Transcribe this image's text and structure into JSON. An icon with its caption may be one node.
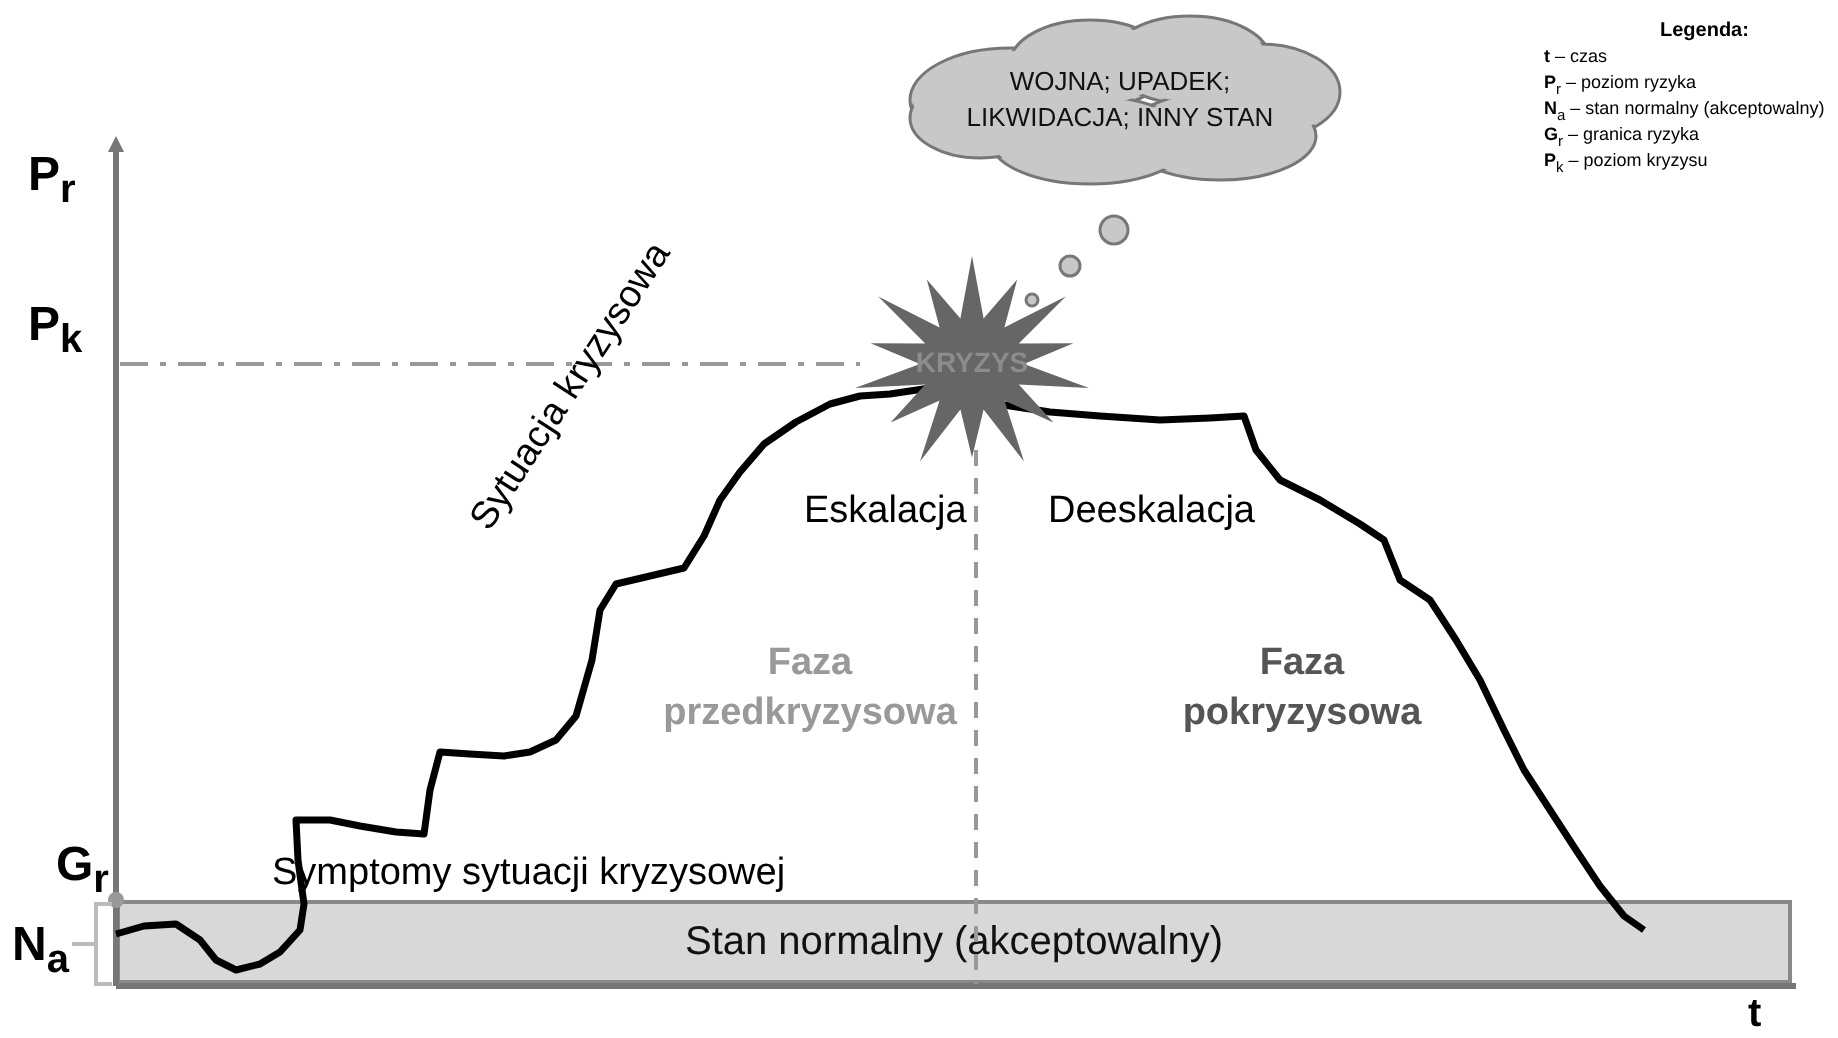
{
  "diagram": {
    "nodes": [
      {
        "text": [
          "WOJNA; UPADEK; LIKWIDACJA; INNY STAN"
        ]
      },
      {
        "text": [
          "KRYZYS"
        ]
      },
      {
        "text": [
          "Stan normalny (akceptowalny)"
        ]
      }
    ],
    "labels": [
      "Legenda:",
      "P$_{r}$",
      "P$_{k}$",
      "Sytuacja kryzysowa",
      "Eskalacja",
      "Deeskalacja",
      "Faza przedkryzysowa",
      "Faza pokryzysowa",
      "G$_{r}$",
      "Symptomy sytuacji kryzysowej",
      "N$_{a}$",
      "t"
    ],
    "legend": [
      {
        "text": "**t** – czas"
      },
      {
        "text": "**P**$_{r}$ – poziom ryzyka"
      },
      {
        "text": "**N**$_{a}$ – stan normalny (akceptowalny)"
      },
      {
        "text": "**G**$_{r}$ – granica ryzyka"
      },
      {
        "text": "**P**$_{k}$ – poziom kryzysu"
      }
    ]
  }
}
